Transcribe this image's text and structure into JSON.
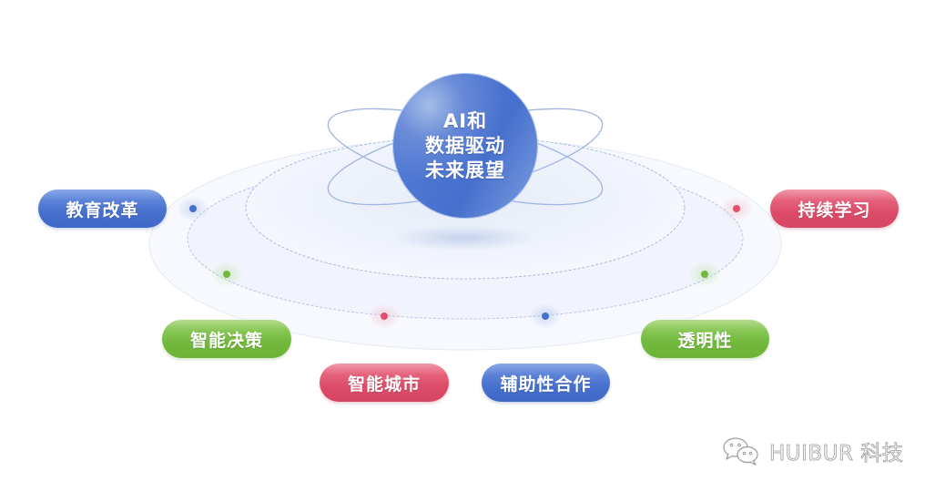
{
  "diagram": {
    "center": {
      "lines": [
        "AI和",
        "数据驱动",
        "未来展望"
      ],
      "color": "#4670cd"
    },
    "nodes": [
      {
        "id": "education-reform",
        "label": "教育改革",
        "color": "blue"
      },
      {
        "id": "continuous-learning",
        "label": "持续学习",
        "color": "red"
      },
      {
        "id": "smart-decision",
        "label": "智能决策",
        "color": "green"
      },
      {
        "id": "transparency",
        "label": "透明性",
        "color": "green"
      },
      {
        "id": "smart-city",
        "label": "智能城市",
        "color": "red"
      },
      {
        "id": "assistive-collaboration",
        "label": "辅助性合作",
        "color": "blue"
      }
    ],
    "orbit_dots": [
      {
        "color": "#4670cd"
      },
      {
        "color": "#e0506c"
      },
      {
        "color": "#72b83d"
      },
      {
        "color": "#72b83d"
      },
      {
        "color": "#e0506c"
      },
      {
        "color": "#4670cd"
      }
    ],
    "colors": {
      "blue": "#4670cd",
      "red": "#dc4c68",
      "green": "#72b83d"
    }
  },
  "watermark": {
    "icon": "wechat-icon",
    "text": "HUIBUR 科技"
  }
}
